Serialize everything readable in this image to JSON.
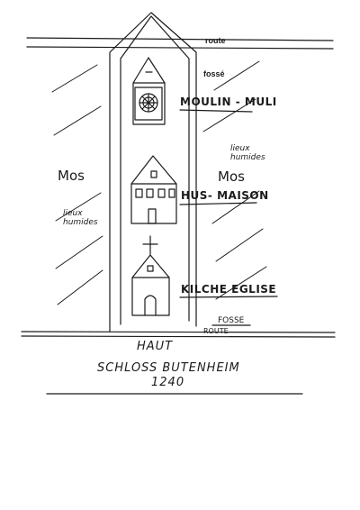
{
  "labels": {
    "route_top": "route",
    "fosse_top": "fossé",
    "moulin": "MOULIN - MULI",
    "lieux_right_1": "lieux",
    "lieux_right_2": "humides",
    "mos_left": "Mos",
    "mos_right": "Mos",
    "hus_maison": "HUS- MAISON",
    "lieux_left_1": "lieux",
    "lieux_left_2": "humides",
    "kilche_eglise": "KILCHE EGLISE",
    "fosse_bottom": "FOSSE",
    "route_bottom": "ROUTE",
    "haut": "HAUT",
    "schloss": "SCHLOSS BUTENHEIM",
    "year": "1240"
  },
  "buildings": [
    "mill",
    "house",
    "church"
  ],
  "ink_color": "#1a1a1a"
}
